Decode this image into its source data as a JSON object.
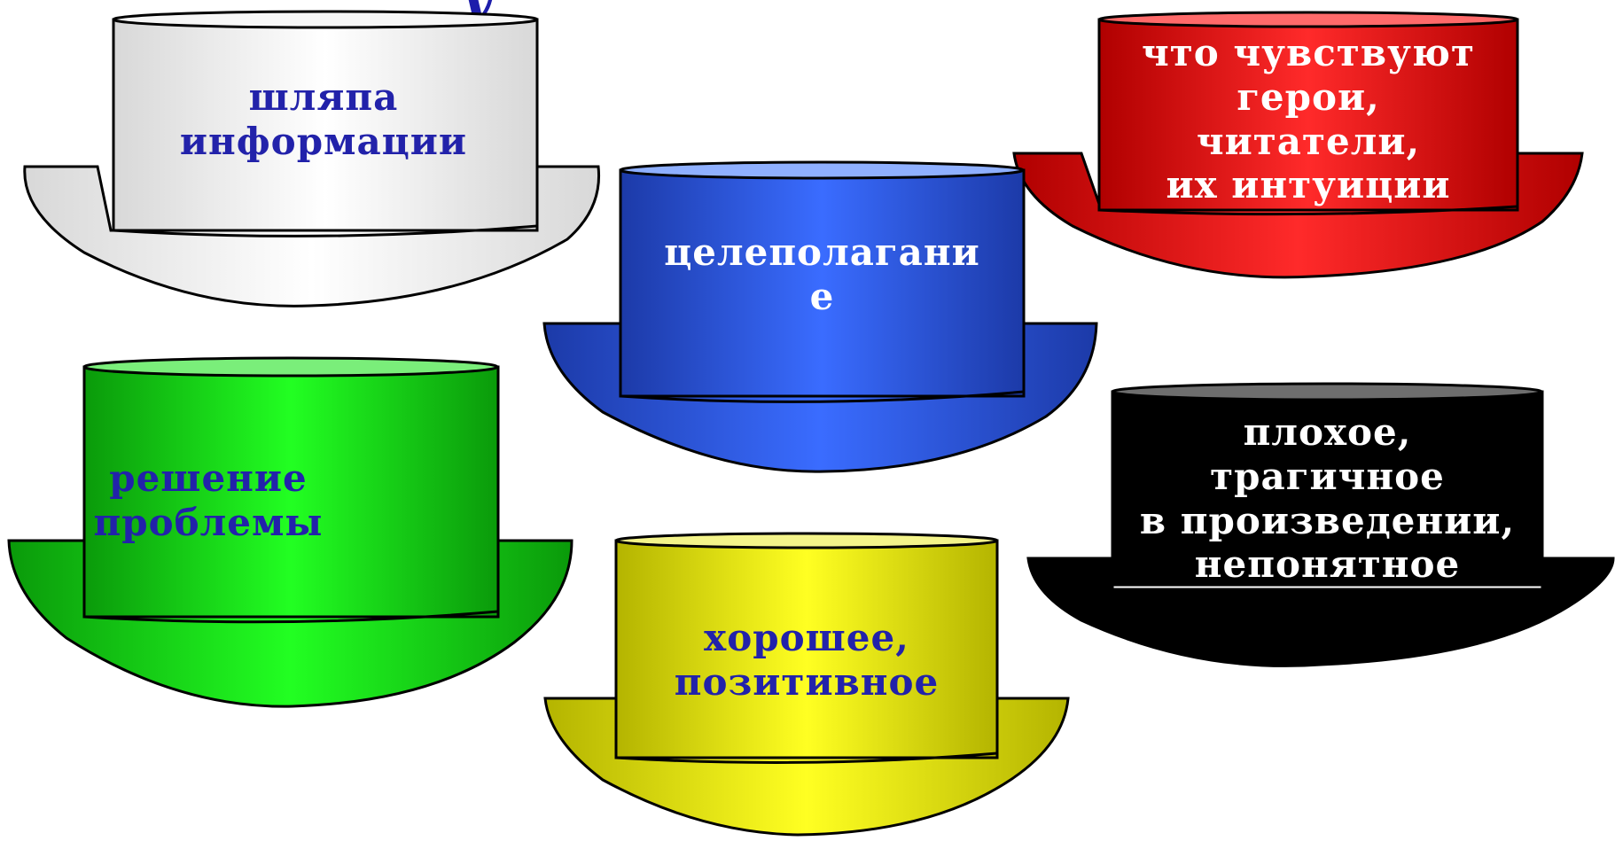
{
  "title_fragment": "у",
  "hats": [
    {
      "id": "white",
      "label": "шляпа\nинформации",
      "text_color": "#2222aa",
      "colors": {
        "light": "#ffffff",
        "mid": "#f2f2f2",
        "dark": "#d8d8d8",
        "top": "#f7f7f7"
      }
    },
    {
      "id": "red",
      "label": "что чувствуют\nгерои,\nчитатели,\nих интуиции",
      "text_color": "#ffffff",
      "colors": {
        "light": "#ff2a2a",
        "mid": "#e80000",
        "dark": "#b00000",
        "top": "#ff6a6a"
      }
    },
    {
      "id": "blue",
      "label": "целеполагани\nе",
      "text_color": "#ffffff",
      "colors": {
        "light": "#3a6cff",
        "mid": "#2448d0",
        "dark": "#1c3aa8",
        "top": "#8fb0ff"
      }
    },
    {
      "id": "green",
      "label": "решение\nпроблемы",
      "text_color": "#2222aa",
      "colors": {
        "light": "#22ff22",
        "mid": "#11cc11",
        "dark": "#0a9a0a",
        "top": "#7aee7a"
      }
    },
    {
      "id": "black",
      "label": "плохое,\nтрагичное\nв произведении,\nнепонятное",
      "text_color": "#ffffff",
      "colors": {
        "light": "#000000",
        "mid": "#000000",
        "dark": "#000000",
        "top": "#6e6e6e"
      }
    },
    {
      "id": "yellow",
      "label": "хорошее,\nпозитивное",
      "text_color": "#2222aa",
      "colors": {
        "light": "#ffff22",
        "mid": "#e4e400",
        "dark": "#b4b400",
        "top": "#f4f48a"
      }
    }
  ]
}
